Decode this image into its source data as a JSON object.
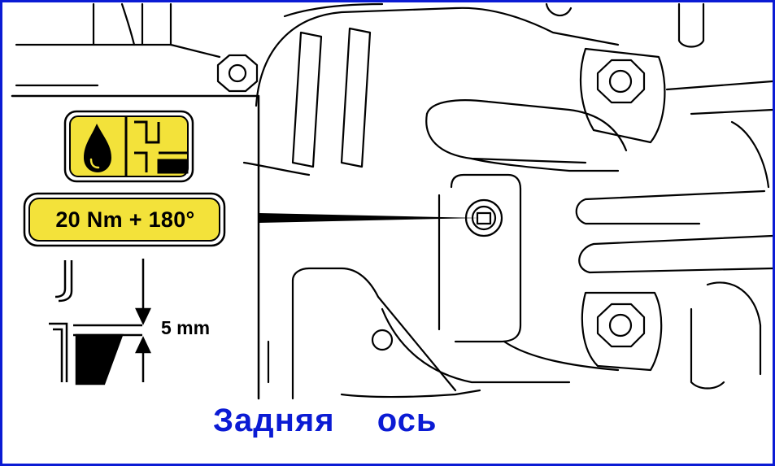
{
  "torque_label": "20 Nm + 180°",
  "gap_label": "5 mm",
  "caption": "Задняя  ось",
  "colors": {
    "frame": "#0b1bd4",
    "caption": "#0b1bd4",
    "symbol_fill": "#f3e23a",
    "line": "#000000"
  },
  "icons": [
    "oil-drop-icon",
    "thread-seal-icon",
    "gap-gauge-icon"
  ]
}
